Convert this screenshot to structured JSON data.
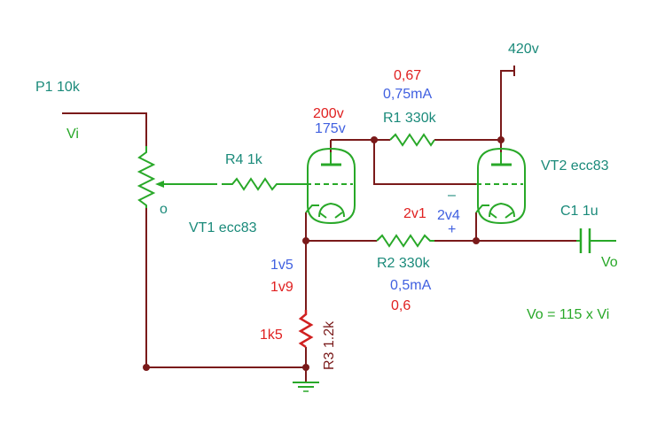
{
  "supply": {
    "voltage": "420v"
  },
  "p1": {
    "label": "P1 10k",
    "input": "Vi"
  },
  "r4": {
    "label": "R4 1k"
  },
  "vt1": {
    "label": "VT1 ecc83",
    "anode_red": "200v",
    "anode_blue": "175v"
  },
  "r1": {
    "label": "R1 330k",
    "v_red": "0,67",
    "i_blue": "0,75mA"
  },
  "vt2": {
    "label": "VT2 ecc83",
    "bias_red": "2v1",
    "bias_blue": "2v4",
    "minus": "–",
    "plus": "+"
  },
  "c1": {
    "label": "C1 1u",
    "output": "Vo"
  },
  "r2": {
    "label": "R2 330k",
    "i_blue": "0,5mA",
    "v_red": "0,6"
  },
  "r3": {
    "label": "R3 1.2k",
    "v_blue": "1v5",
    "v_red": "1v9",
    "alt_red": "1k5"
  },
  "gain": {
    "text": "Vo = 115 x Vi"
  },
  "wiper_mark": "o",
  "colors": {
    "teal": "#1a8a7a",
    "red": "#e02020",
    "blue": "#4060e0",
    "green": "#28a828",
    "wire": "#7a1a1a"
  }
}
